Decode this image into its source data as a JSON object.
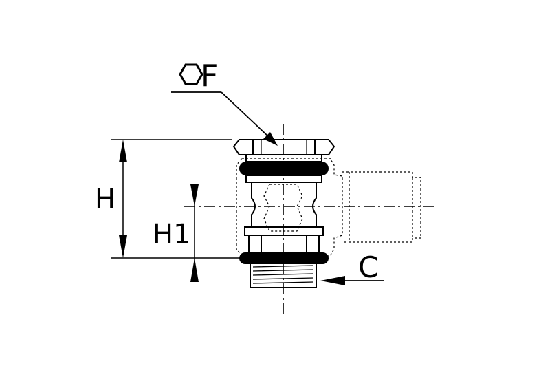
{
  "labels": {
    "hex_size": "F",
    "height_total": "H",
    "height_partial": "H1",
    "thread": "C"
  },
  "colors": {
    "line": "#000000",
    "background": "#ffffff"
  },
  "icons": {
    "hex_symbol": "hexagon-icon"
  }
}
